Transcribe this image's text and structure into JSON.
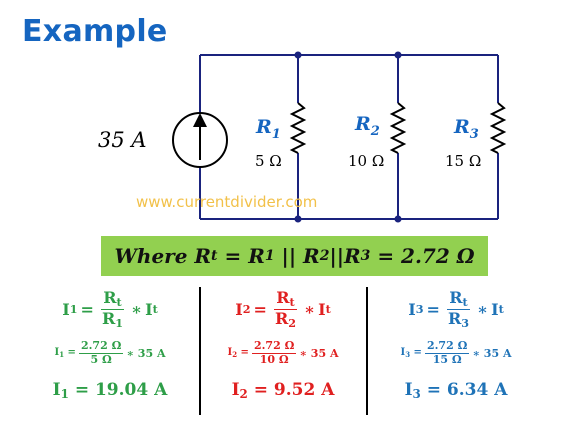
{
  "colors": {
    "title": "#1565c0",
    "label_blue": "#1565c0",
    "green": "#2e9e48",
    "red": "#e02020",
    "blue": "#1f73b7",
    "watermark": "#f2c14a",
    "box_fill": "#92d050"
  },
  "title": "Example",
  "watermark": "www.currentdivider.com",
  "circuit": {
    "source_label": "35 A",
    "resistors": [
      {
        "name": "R",
        "sub": "1",
        "value": "5 Ω"
      },
      {
        "name": "R",
        "sub": "2",
        "value": "10 Ω"
      },
      {
        "name": "R",
        "sub": "3",
        "value": "15 Ω"
      }
    ]
  },
  "equivalent": {
    "where": "Where",
    "lhs_base": "R",
    "lhs_sub": "t",
    "rhs": [
      "R",
      "1",
      "|| R",
      "2",
      "||R",
      "3",
      "= 2.72 Ω"
    ]
  },
  "columns": [
    {
      "key": "green",
      "current_sym": "I",
      "current_sub": "1",
      "frac_num_base": "R",
      "frac_num_sub": "t",
      "frac_den_base": "R",
      "frac_den_sub": "1",
      "times": "∗",
      "total_base": "I",
      "total_sub": "t",
      "num_value": "2.72 Ω",
      "den_value": "5 Ω",
      "source": "∗ 35 A",
      "result": "= 19.04 A"
    },
    {
      "key": "red",
      "current_sym": "I",
      "current_sub": "2",
      "frac_num_base": "R",
      "frac_num_sub": "t",
      "frac_den_base": "R",
      "frac_den_sub": "2",
      "times": "∗",
      "total_base": "I",
      "total_sub": "t",
      "num_value": "2.72 Ω",
      "den_value": "10 Ω",
      "source": "∗ 35 A",
      "result": "= 9.52 A"
    },
    {
      "key": "blue",
      "current_sym": "I",
      "current_sub": "3",
      "frac_num_base": "R",
      "frac_num_sub": "t",
      "frac_den_base": "R",
      "frac_den_sub": "3",
      "times": "∗",
      "total_base": "I",
      "total_sub": "t",
      "num_value": "2.72 Ω",
      "den_value": "15 Ω",
      "source": "∗ 35 A",
      "result": "= 6.34 A"
    }
  ]
}
